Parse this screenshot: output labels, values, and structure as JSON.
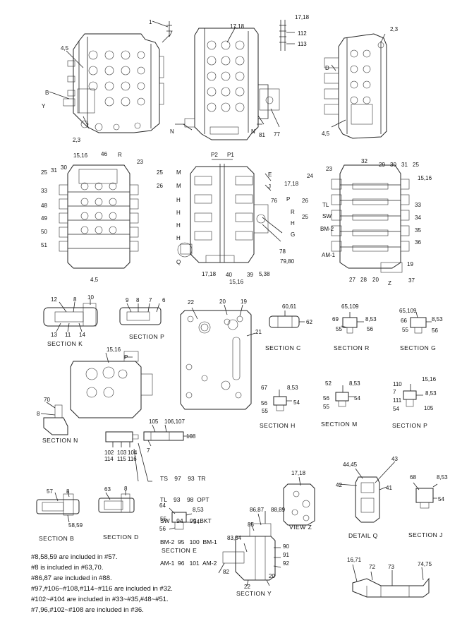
{
  "captions": {
    "section_k": "SECTION K",
    "section_p1": "SECTION P",
    "section_c": "SECTION C",
    "section_r": "SECTION R",
    "section_g": "SECTION G",
    "section_h": "SECTION H",
    "section_m": "SECTION M",
    "section_p2": "SECTION P",
    "section_n": "SECTION N",
    "section_b": "SECTION B",
    "section_d": "SECTION D",
    "section_e": "SECTION E",
    "view_z": "VIEW Z",
    "detail_q": "DETAIL Q",
    "section_j": "SECTION J",
    "section_y": "SECTION Y"
  },
  "labels": {
    "l1": "1",
    "l2": "17,18",
    "l3": "17,18",
    "l4": "112",
    "l5": "113",
    "l6": "2,3",
    "l7": "4,5",
    "l8": "B",
    "l9": "Y",
    "l10": "2,3",
    "l11": "N",
    "l12": "N",
    "l13": "81",
    "l14": "77",
    "l15": "D",
    "l16": "4,5",
    "l17": "15,16",
    "l18": "46",
    "l19": "R",
    "l20": "25",
    "l21": "31",
    "l22": "30",
    "l23": "23",
    "l24": "25",
    "l25": "26",
    "l26": "33",
    "l27": "48",
    "l28": "49",
    "l29": "50",
    "l30": "51",
    "l31": "4,5",
    "l32": "P2",
    "l33": "P1",
    "l34": "M",
    "l35": "M",
    "l36": "H",
    "l37": "H",
    "l38": "H",
    "l39": "H",
    "l40": "E",
    "l41": "J",
    "l42": "P",
    "l43": "76",
    "l44": "R",
    "l45": "H",
    "l46": "G",
    "l47": "78",
    "l48": "79,80",
    "l49": "Q",
    "l50": "17,18",
    "l51": "40",
    "l52": "15,16",
    "l53": "39",
    "l54": "5,38",
    "l55": "32",
    "l56": "29",
    "l57": "30",
    "l58": "31",
    "l59": "25",
    "l60": "17,18",
    "l61": "24",
    "l62": "23",
    "l63": "15,16",
    "l64": "26",
    "l65": "TL",
    "l66": "33",
    "l67": "25",
    "l68": "SW",
    "l69": "34",
    "l70": "BM-2",
    "l71": "35",
    "l72": "AM-1",
    "l73": "36",
    "l74": "27",
    "l75": "28",
    "l76": "20",
    "l77": "19",
    "l78": "37",
    "l79": "Z",
    "l80": "12",
    "l81": "8",
    "l82": "10",
    "l83": "13",
    "l84": "11",
    "l85": "14",
    "l86": "9",
    "l87": "8",
    "l88": "7",
    "l89": "6",
    "l90": "22",
    "l91": "20",
    "l92": "19",
    "l93": "21",
    "l94": "60,61",
    "l95": "62",
    "l96": "65,109",
    "l97": "69",
    "l98": "8,53",
    "l99": "55",
    "l100": "56",
    "l101": "65,109",
    "l102": "66",
    "l103": "8,53",
    "l104": "55",
    "l105": "56",
    "l106": "15,16",
    "l107": "P",
    "l108": "70",
    "l109": "8",
    "l110": "67",
    "l111": "8,53",
    "l112": "56",
    "l113": "54",
    "l114": "55",
    "l115": "52",
    "l116": "8,53",
    "l117": "56",
    "l118": "54",
    "l119": "55",
    "l120": "110",
    "l121": "15,16",
    "l122": "7",
    "l123": "8,53",
    "l124": "111",
    "l125": "54",
    "l126": "105",
    "l127": "105",
    "l128": "106,107",
    "l129": "108",
    "l130": "102",
    "l131": "103",
    "l132": "104",
    "l133": "114",
    "l134": "115",
    "l135": "116",
    "l136": "7",
    "l137": "57",
    "l138": "8",
    "l139": "58,59",
    "l140": "63",
    "l141": "8",
    "l142": "64",
    "l143": "8,53",
    "l144": "55",
    "l145": "54",
    "l146": "56",
    "l147": "17,18",
    "l148": "86,87",
    "l149": "88,89",
    "l150": "85",
    "l151": "83,84",
    "l152": "90",
    "l153": "91",
    "l154": "92",
    "l155": "82",
    "l156": "22",
    "l157": "20",
    "l158": "44,45",
    "l159": "43",
    "l160": "42",
    "l161": "41",
    "l162": "68",
    "l163": "8,53",
    "l164": "54",
    "l165": "16,71",
    "l166": "72",
    "l167": "73",
    "l168": "74,75"
  },
  "spool_table": [
    "TS    97    93  TR",
    "TL    93    98  OPT",
    "SW    94    99  BKT",
    "BM-2  95   100  BM-1",
    "AM-1  96   101  AM-2"
  ],
  "notes": [
    "#8,58,59 are included in #57.",
    "#8 is included in #63,70.",
    "#86,87 are included in #88.",
    "#97,#106~#108,#114~#116 are included in #32.",
    "#102~#104 are included in #33~#35,#48~#51.",
    "#7,96,#102~#108 are included in #36."
  ]
}
